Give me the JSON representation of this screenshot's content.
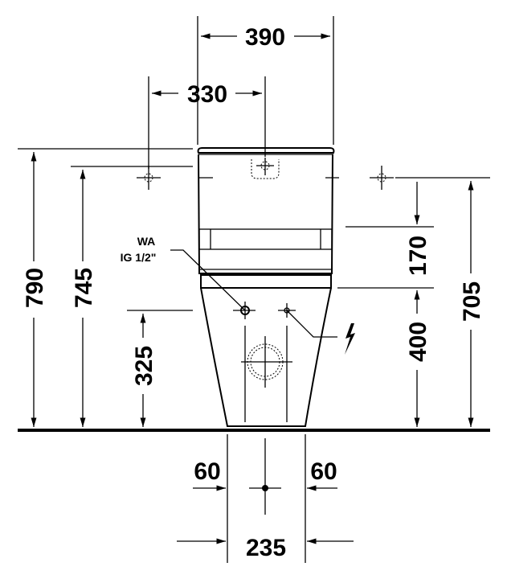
{
  "drawing": {
    "dimensions": {
      "overall_width": "390",
      "tank_fixing_spacing": "330",
      "total_height": "790",
      "fixing_height_left": "745",
      "supply_height": "325",
      "tank_offset": "170",
      "electrical_height": "400",
      "fixing_height_right": "705",
      "outlet_offset_left": "60",
      "outlet_offset_right": "60",
      "base_width": "235"
    },
    "labels": {
      "water_connection": "WA",
      "thread_size": "IG 1/2\""
    },
    "icons": [
      "lightning-bolt-icon",
      "crosshair-icon",
      "outlet-circle-icon"
    ]
  }
}
